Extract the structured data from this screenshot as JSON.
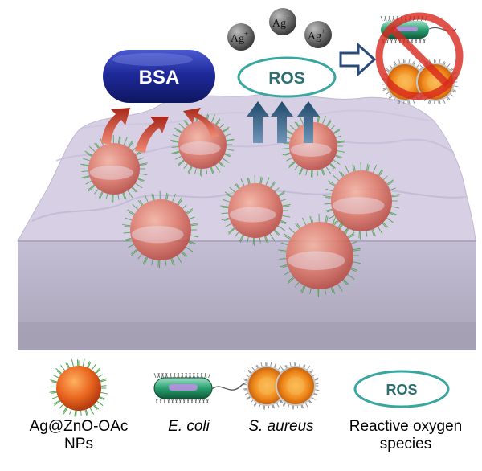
{
  "diagram": {
    "bsa_label": "BSA",
    "ros_label": "ROS",
    "ion_label": "Ag",
    "ion_charge": "+",
    "ion_count": 3
  },
  "legend": {
    "nps": {
      "line1": "Ag@ZnO-OAc",
      "line2": "NPs"
    },
    "ecoli": {
      "label": "E. coli"
    },
    "saureus": {
      "label": "S. aureus"
    },
    "ros": {
      "symbol": "ROS",
      "line1": "Reactive oxygen",
      "line2": "species"
    }
  },
  "colors": {
    "bsa_fill": "#1f2a8c",
    "ros_outline": "#3aa6a0",
    "ros_text": "#2c6f73",
    "up_arrow": "#2f5673",
    "red_arrow": "#b83a26",
    "forbidden": "#d8281e",
    "np_orange": "#e4602a",
    "slab_top": "#cdc6dc",
    "slab_side": "#b6b0c6"
  }
}
